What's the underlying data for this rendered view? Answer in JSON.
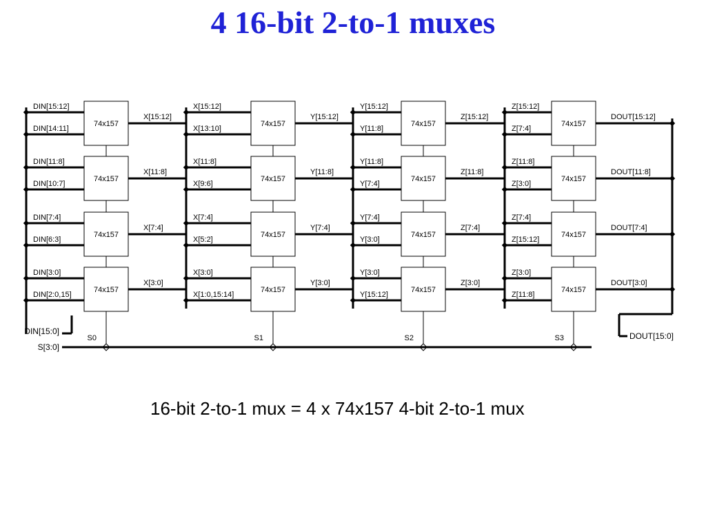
{
  "slide": {
    "title": "4 16-bit 2-to-1 muxes",
    "caption": "16-bit 2-to-1 mux = 4 x 74x157 4-bit 2-to-1 mux"
  },
  "diagram": {
    "chip_label": "74x157",
    "stages": [
      {
        "inputs": [
          [
            "DIN[15:12]",
            "DIN[14:11]"
          ],
          [
            "DIN[11:8]",
            "DIN[10:7]"
          ],
          [
            "DIN[7:4]",
            "DIN[6:3]"
          ],
          [
            "DIN[3:0]",
            "DIN[2:0,15]"
          ]
        ],
        "outputs": [
          "X[15:12]",
          "X[11:8]",
          "X[7:4]",
          "X[3:0]"
        ],
        "select": "S0"
      },
      {
        "inputs": [
          [
            "X[15:12]",
            "X[13:10]"
          ],
          [
            "X[11:8]",
            "X[9:6]"
          ],
          [
            "X[7:4]",
            "X[5:2]"
          ],
          [
            "X[3:0]",
            "X[1:0,15:14]"
          ]
        ],
        "outputs": [
          "Y[15:12]",
          "Y[11:8]",
          "Y[7:4]",
          "Y[3:0]"
        ],
        "select": "S1"
      },
      {
        "inputs": [
          [
            "Y[15:12]",
            "Y[11:8]"
          ],
          [
            "Y[11:8]",
            "Y[7:4]"
          ],
          [
            "Y[7:4]",
            "Y[3:0]"
          ],
          [
            "Y[3:0]",
            "Y[15:12]"
          ]
        ],
        "outputs": [
          "Z[15:12]",
          "Z[11:8]",
          "Z[7:4]",
          "Z[3:0]"
        ],
        "select": "S2"
      },
      {
        "inputs": [
          [
            "Z[15:12]",
            "Z[7:4]"
          ],
          [
            "Z[11:8]",
            "Z[3:0]"
          ],
          [
            "Z[7:4]",
            "Z[15:12]"
          ],
          [
            "Z[3:0]",
            "Z[11:8]"
          ]
        ],
        "outputs": [
          "DOUT[15:12]",
          "DOUT[11:8]",
          "DOUT[7:4]",
          "DOUT[3:0]"
        ],
        "select": "S3"
      }
    ],
    "din_bus": "DIN[15:0]",
    "select_bus": "S[3:0]",
    "dout_bus": "DOUT[15:0]"
  }
}
